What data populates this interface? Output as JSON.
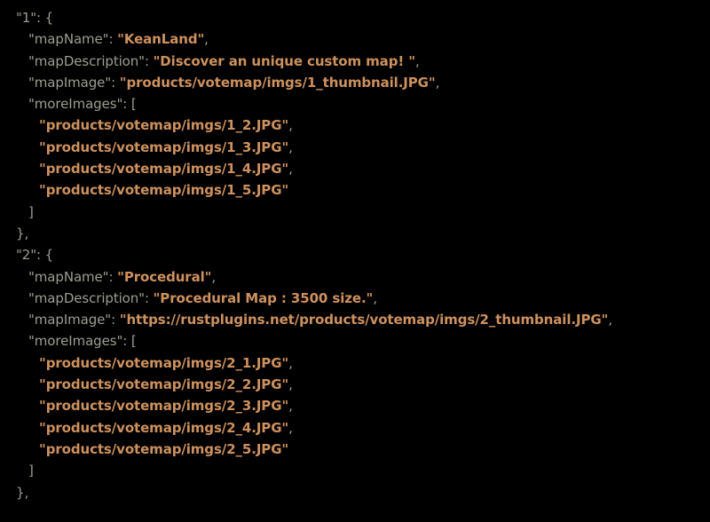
{
  "editor": {
    "language": "json",
    "background_color": "#000000",
    "key_color": "#9d9d90",
    "string_color": "#cd915f"
  },
  "lines": [
    {
      "indent": 1,
      "type": "object_open",
      "key": "1"
    },
    {
      "indent": 2,
      "type": "pair",
      "key": "mapName",
      "value": "KeanLand",
      "trailing": ","
    },
    {
      "indent": 2,
      "type": "pair",
      "key": "mapDescription",
      "value": "Discover an unique custom map! ",
      "trailing": ","
    },
    {
      "indent": 2,
      "type": "pair",
      "key": "mapImage",
      "value": "products/votemap/imgs/1_thumbnail.JPG",
      "trailing": ","
    },
    {
      "indent": 2,
      "type": "array_open",
      "key": "moreImages"
    },
    {
      "indent": 3,
      "type": "array_item",
      "value": "products/votemap/imgs/1_2.JPG",
      "trailing": ","
    },
    {
      "indent": 3,
      "type": "array_item",
      "value": "products/votemap/imgs/1_3.JPG",
      "trailing": ","
    },
    {
      "indent": 3,
      "type": "array_item",
      "value": "products/votemap/imgs/1_4.JPG",
      "trailing": ","
    },
    {
      "indent": 3,
      "type": "array_item",
      "value": "products/votemap/imgs/1_5.JPG",
      "trailing": ""
    },
    {
      "indent": 2,
      "type": "array_close",
      "text": "]"
    },
    {
      "indent": 1,
      "type": "object_close",
      "text": "},"
    },
    {
      "indent": 1,
      "type": "object_open",
      "key": "2"
    },
    {
      "indent": 2,
      "type": "pair",
      "key": "mapName",
      "value": "Procedural",
      "trailing": ","
    },
    {
      "indent": 2,
      "type": "pair",
      "key": "mapDescription",
      "value": "Procedural Map : 3500 size.",
      "trailing": ","
    },
    {
      "indent": 2,
      "type": "pair",
      "key": "mapImage",
      "value": "https://rustplugins.net/products/votemap/imgs/2_thumbnail.JPG",
      "trailing": ","
    },
    {
      "indent": 2,
      "type": "array_open",
      "key": "moreImages"
    },
    {
      "indent": 3,
      "type": "array_item",
      "value": "products/votemap/imgs/2_1.JPG",
      "trailing": ","
    },
    {
      "indent": 3,
      "type": "array_item",
      "value": "products/votemap/imgs/2_2.JPG",
      "trailing": ","
    },
    {
      "indent": 3,
      "type": "array_item",
      "value": "products/votemap/imgs/2_3.JPG",
      "trailing": ","
    },
    {
      "indent": 3,
      "type": "array_item",
      "value": "products/votemap/imgs/2_4.JPG",
      "trailing": ","
    },
    {
      "indent": 3,
      "type": "array_item",
      "value": "products/votemap/imgs/2_5.JPG",
      "trailing": ""
    },
    {
      "indent": 2,
      "type": "array_close",
      "text": "]"
    },
    {
      "indent": 1,
      "type": "object_close",
      "text": "},"
    }
  ]
}
